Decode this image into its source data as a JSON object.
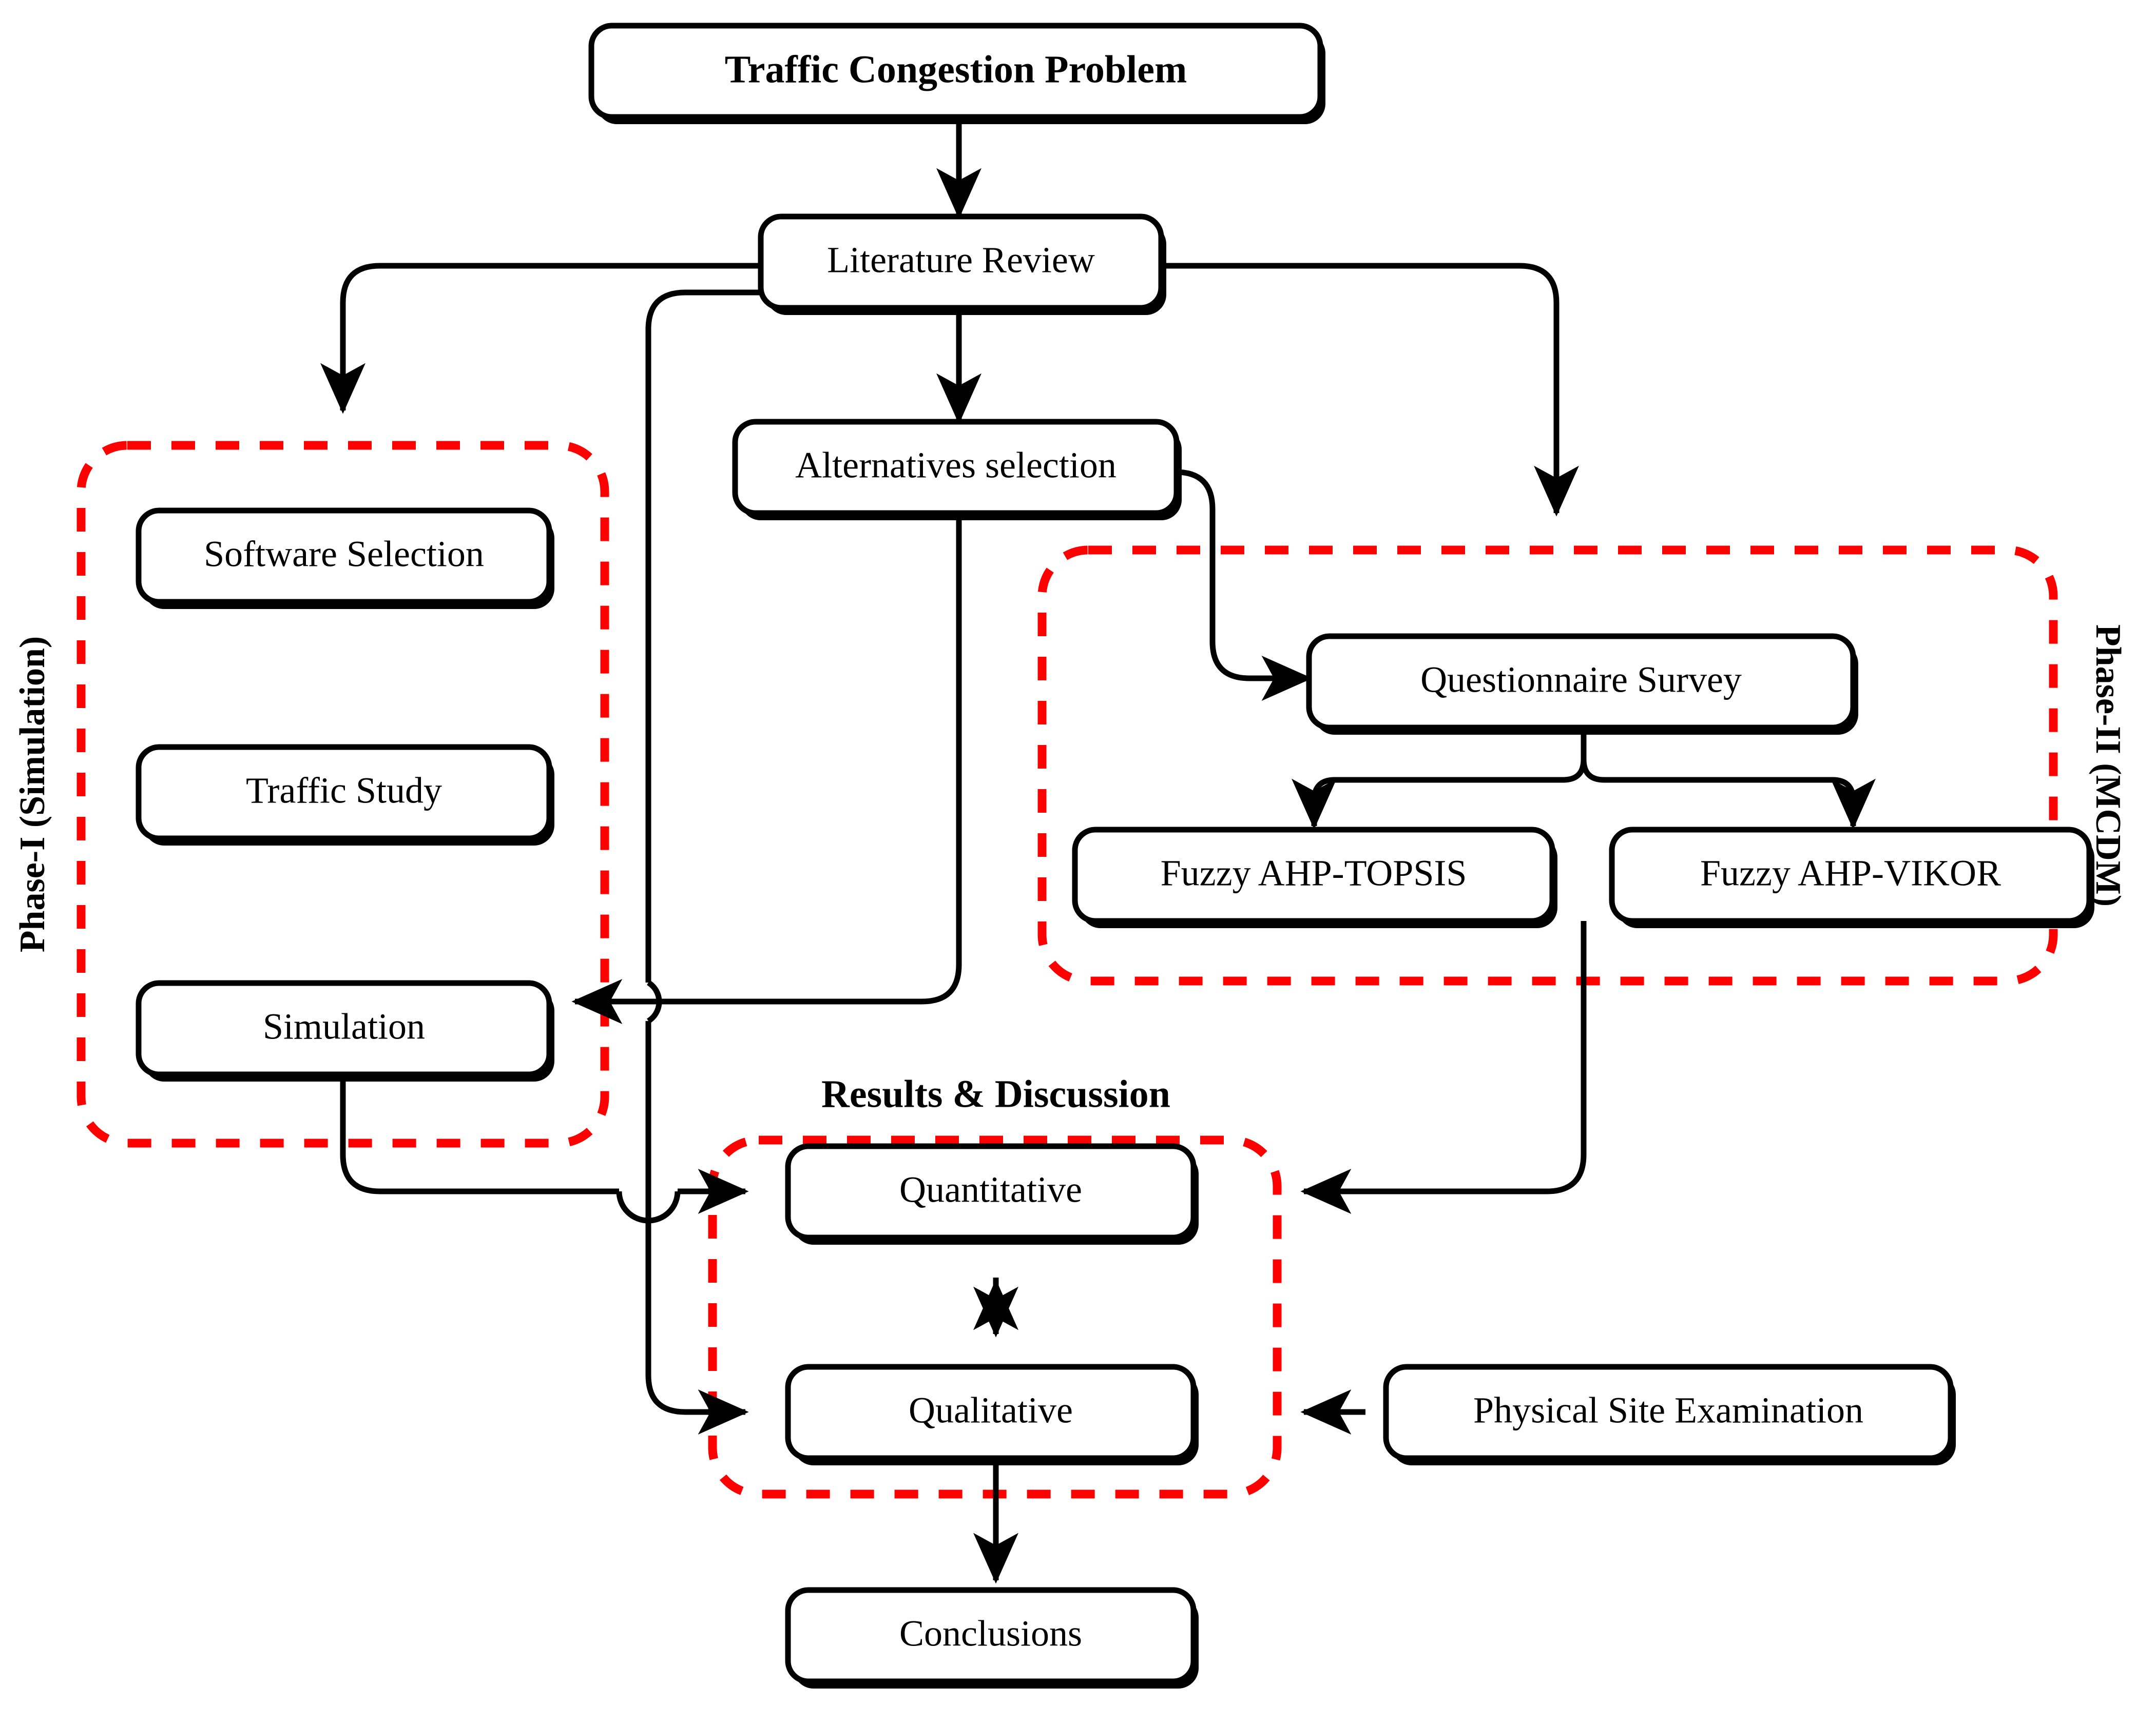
{
  "diagram": {
    "title_node": "Traffic Congestion Problem",
    "nodes": {
      "traffic_congestion_problem": "Traffic Congestion Problem",
      "literature_review": "Literature Review",
      "alternatives_selection": "Alternatives selection",
      "software_selection": "Software Selection",
      "traffic_study": "Traffic Study",
      "simulation": "Simulation",
      "questionnaire_survey": "Questionnaire Survey",
      "fuzzy_ahp_topsis": "Fuzzy AHP-TOPSIS",
      "fuzzy_ahp_vikor": "Fuzzy AHP-VIKOR",
      "quantitative": "Quantitative",
      "qualitative": "Qualitative",
      "physical_site_examination": "Physical Site Examination",
      "conclusions": "Conclusions"
    },
    "groups": {
      "phase_i": "Phase-I (Simulation)",
      "phase_ii": "Phase-II (MCDM)",
      "results_discussion": "Results & Discussion"
    },
    "colors": {
      "group_boundary": "#ff0000",
      "connector": "#000000",
      "node_fill": "#ffffff",
      "node_stroke": "#000000"
    }
  }
}
